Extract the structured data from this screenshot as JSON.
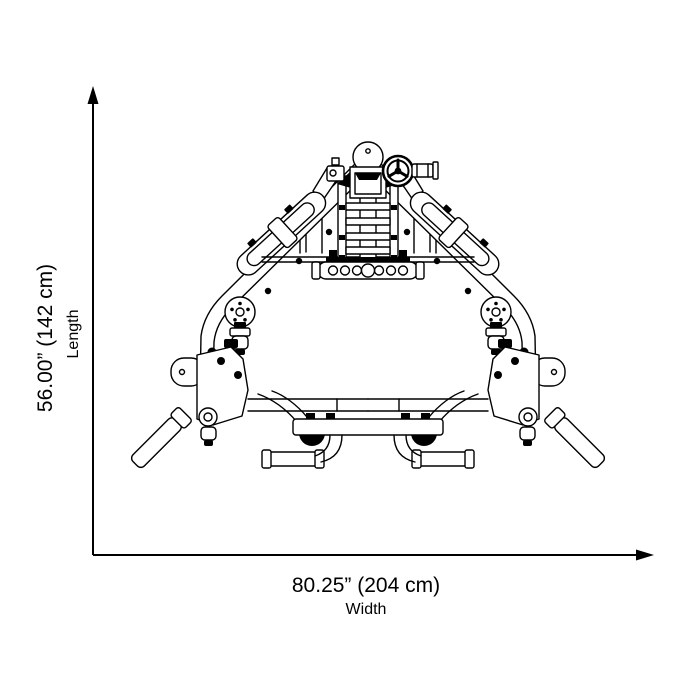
{
  "diagram": {
    "length_dimension": {
      "value": "56.00” (142 cm)",
      "label": "Length"
    },
    "width_dimension": {
      "value": "80.25” (204 cm)",
      "label": "Width"
    },
    "subject": "exercise-machine-top-view-line-drawing"
  },
  "colors": {
    "line": "#000000",
    "background": "#ffffff"
  }
}
